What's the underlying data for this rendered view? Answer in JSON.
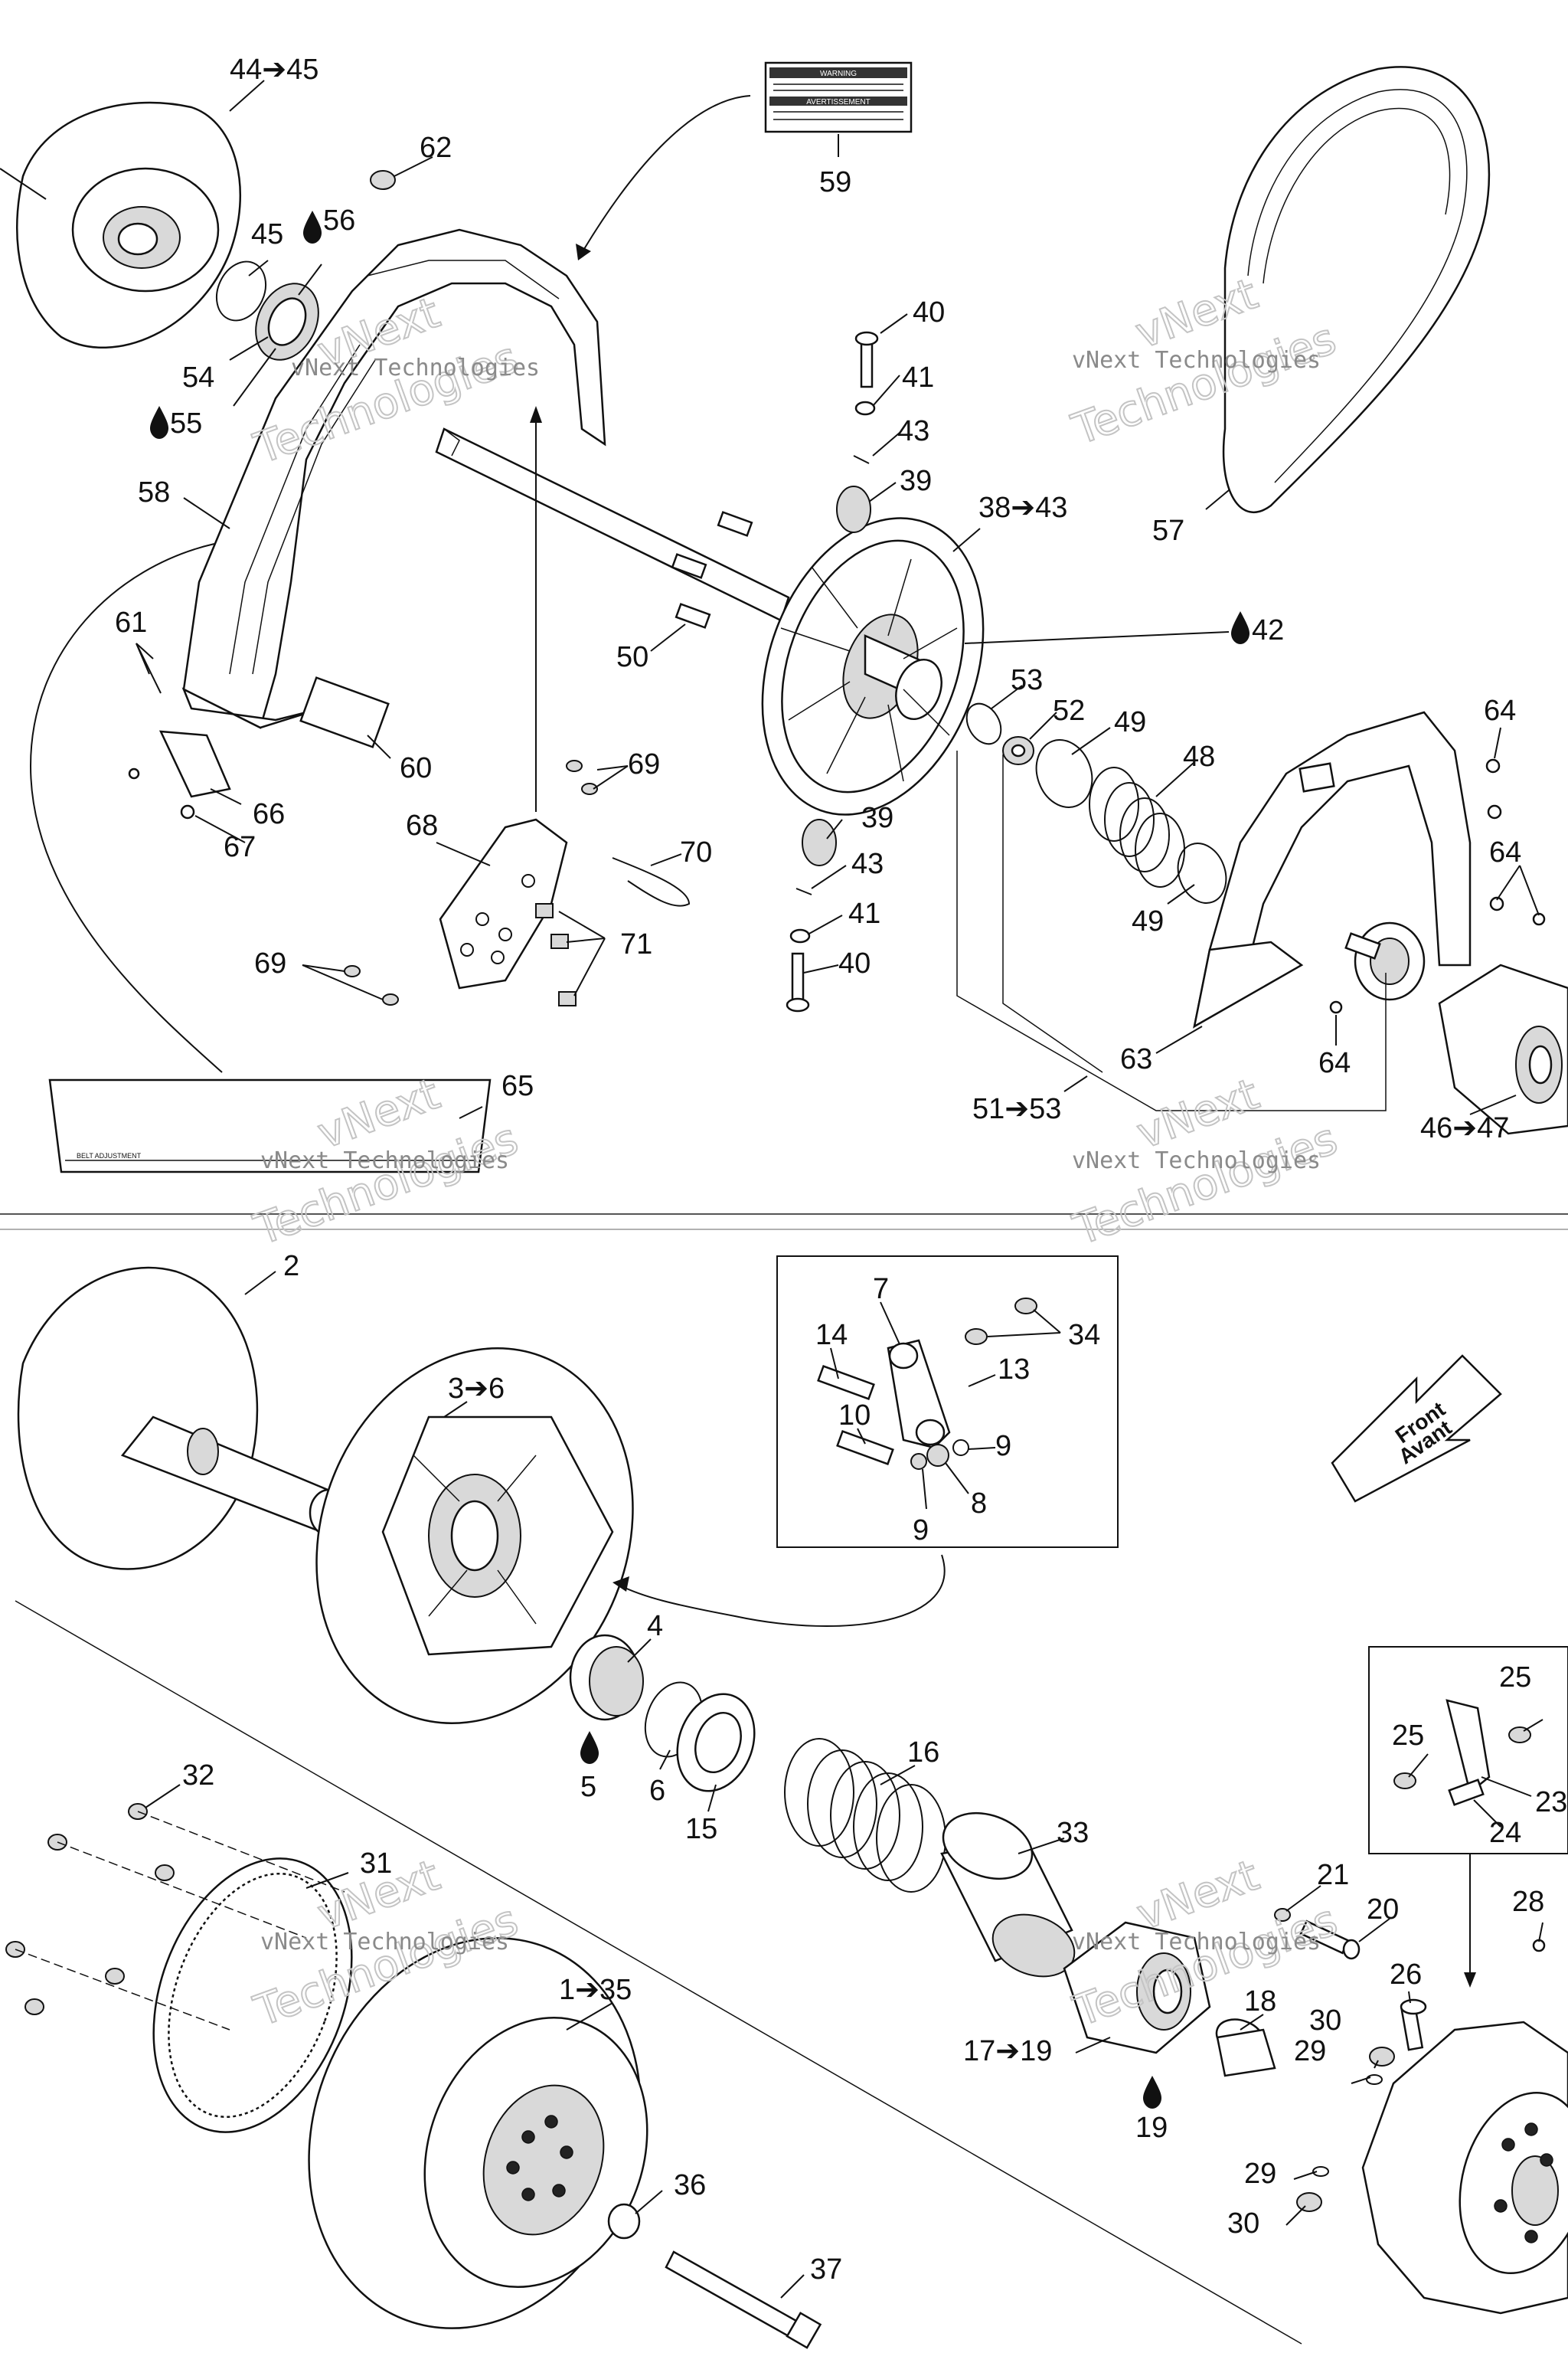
{
  "watermark": {
    "line1": "vNext",
    "line2": "Technologies",
    "line3": "vNext Technologies"
  },
  "labels": {
    "l_44_45": "44➔45",
    "l_62": "62",
    "l_45": "45",
    "l_56": "56",
    "l_54": "54",
    "l_55": "55",
    "l_58": "58",
    "l_61": "61",
    "l_60": "60",
    "l_66": "66",
    "l_67": "67",
    "l_59": "59",
    "l_40a": "40",
    "l_41a": "41",
    "l_43a": "43",
    "l_39a": "39",
    "l_38_43": "38➔43",
    "l_50": "50",
    "l_42": "42",
    "l_53": "53",
    "l_52": "52",
    "l_49a": "49",
    "l_48": "48",
    "l_49b": "49",
    "l_69a": "69",
    "l_68": "68",
    "l_70": "70",
    "l_71": "71",
    "l_69b": "69",
    "l_39b": "39",
    "l_43b": "43",
    "l_41b": "41",
    "l_40b": "40",
    "l_57": "57",
    "l_64a": "64",
    "l_64b": "64",
    "l_64c": "64",
    "l_63": "63",
    "l_51_53": "51➔53",
    "l_46_47": "46➔47",
    "l_65": "65",
    "l_2": "2",
    "l_3_6": "3➔6",
    "l_7": "7",
    "l_34": "34",
    "l_14": "14",
    "l_13": "13",
    "l_10": "10",
    "l_9a": "9",
    "l_9b": "9",
    "l_8": "8",
    "l_4": "4",
    "l_5": "5",
    "l_6": "6",
    "l_15": "15",
    "l_16": "16",
    "l_33": "33",
    "l_32": "32",
    "l_31": "31",
    "l_1_35": "1➔35",
    "l_36": "36",
    "l_37": "37",
    "l_21": "21",
    "l_20": "20",
    "l_18": "18",
    "l_17_19": "17➔19",
    "l_19": "19",
    "l_25a": "25",
    "l_25b": "25",
    "l_23": "23",
    "l_24": "24",
    "l_28": "28",
    "l_26": "26",
    "l_30a": "30",
    "l_29a": "29",
    "l_29b": "29",
    "l_30b": "30"
  },
  "front_arrow": {
    "line1": "Front",
    "line2": "Avant"
  },
  "warning_decal": {
    "line1": "WARNING",
    "line2": "AVERTISSEMENT"
  },
  "adjust_decal": {
    "text": "BELT ADJUSTMENT"
  },
  "colors": {
    "ink": "#111111",
    "watermark": "#8a8a8a",
    "background": "#ffffff"
  }
}
